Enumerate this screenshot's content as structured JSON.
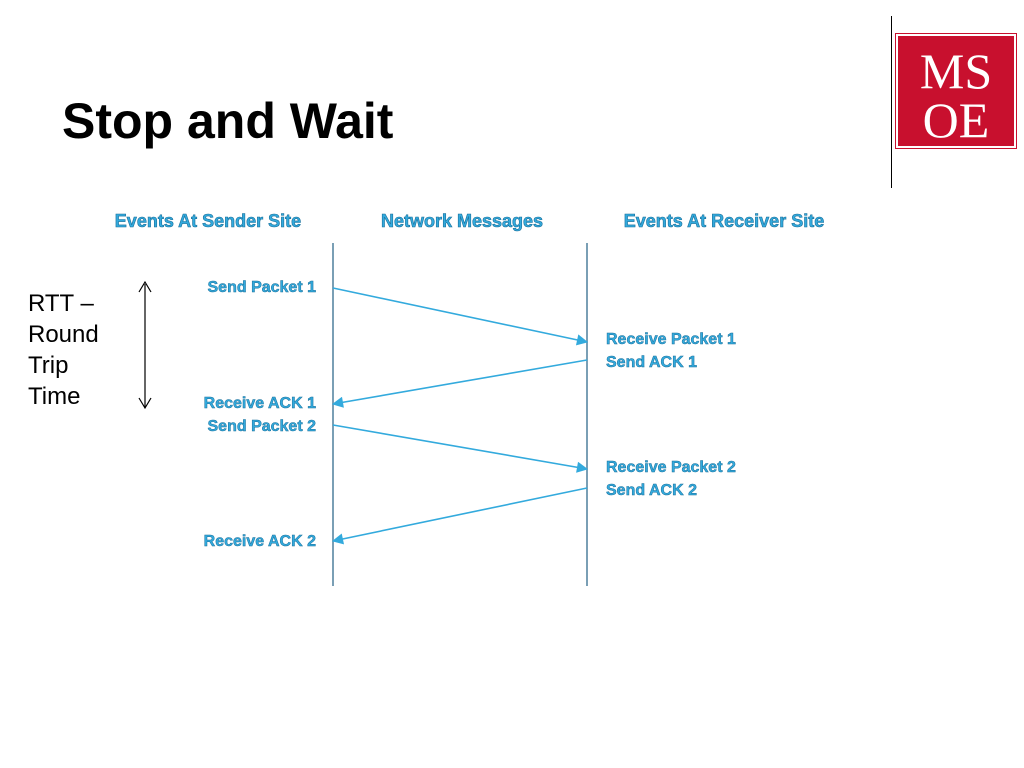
{
  "slide": {
    "title": "Stop and Wait",
    "logo_text_top": "MS",
    "logo_text_bottom": "OE",
    "rtt_lines": [
      "RTT –",
      "Round",
      "Trip",
      "Time"
    ]
  },
  "diagram": {
    "headers": {
      "sender": "Events At Sender Site",
      "network": "Network Messages",
      "receiver": "Events At Receiver Site"
    },
    "sender_events": [
      "Send Packet 1",
      "Receive ACK 1",
      "Send Packet 2",
      "Receive ACK 2"
    ],
    "receiver_events": [
      "Receive Packet 1",
      "Send ACK 1",
      "Receive Packet 2",
      "Send ACK 2"
    ],
    "messages": [
      {
        "from": "sender",
        "to": "receiver"
      },
      {
        "from": "receiver",
        "to": "sender"
      },
      {
        "from": "sender",
        "to": "receiver"
      },
      {
        "from": "receiver",
        "to": "sender"
      }
    ]
  },
  "colors": {
    "label": "#33aadd",
    "label_shadow": "#1a6f9a",
    "arrow": "#33aadd",
    "timeline": "#7a9fb5",
    "logo_bg": "#c8102e"
  }
}
